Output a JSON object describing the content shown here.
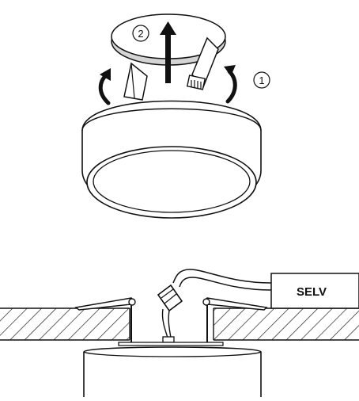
{
  "diagram": {
    "steps": [
      {
        "marker": "1"
      },
      {
        "marker": "2"
      }
    ],
    "driver_box": {
      "label": "SELV"
    },
    "colors": {
      "stroke": "#111111",
      "fill": "#ffffff",
      "diffuser_rim": "#cfcfcf"
    },
    "icons": {
      "rotate": "curved-arrow-icon",
      "pull": "up-arrow-icon",
      "spring": "spring-clip-icon",
      "connector": "terminal-connector-icon"
    }
  }
}
